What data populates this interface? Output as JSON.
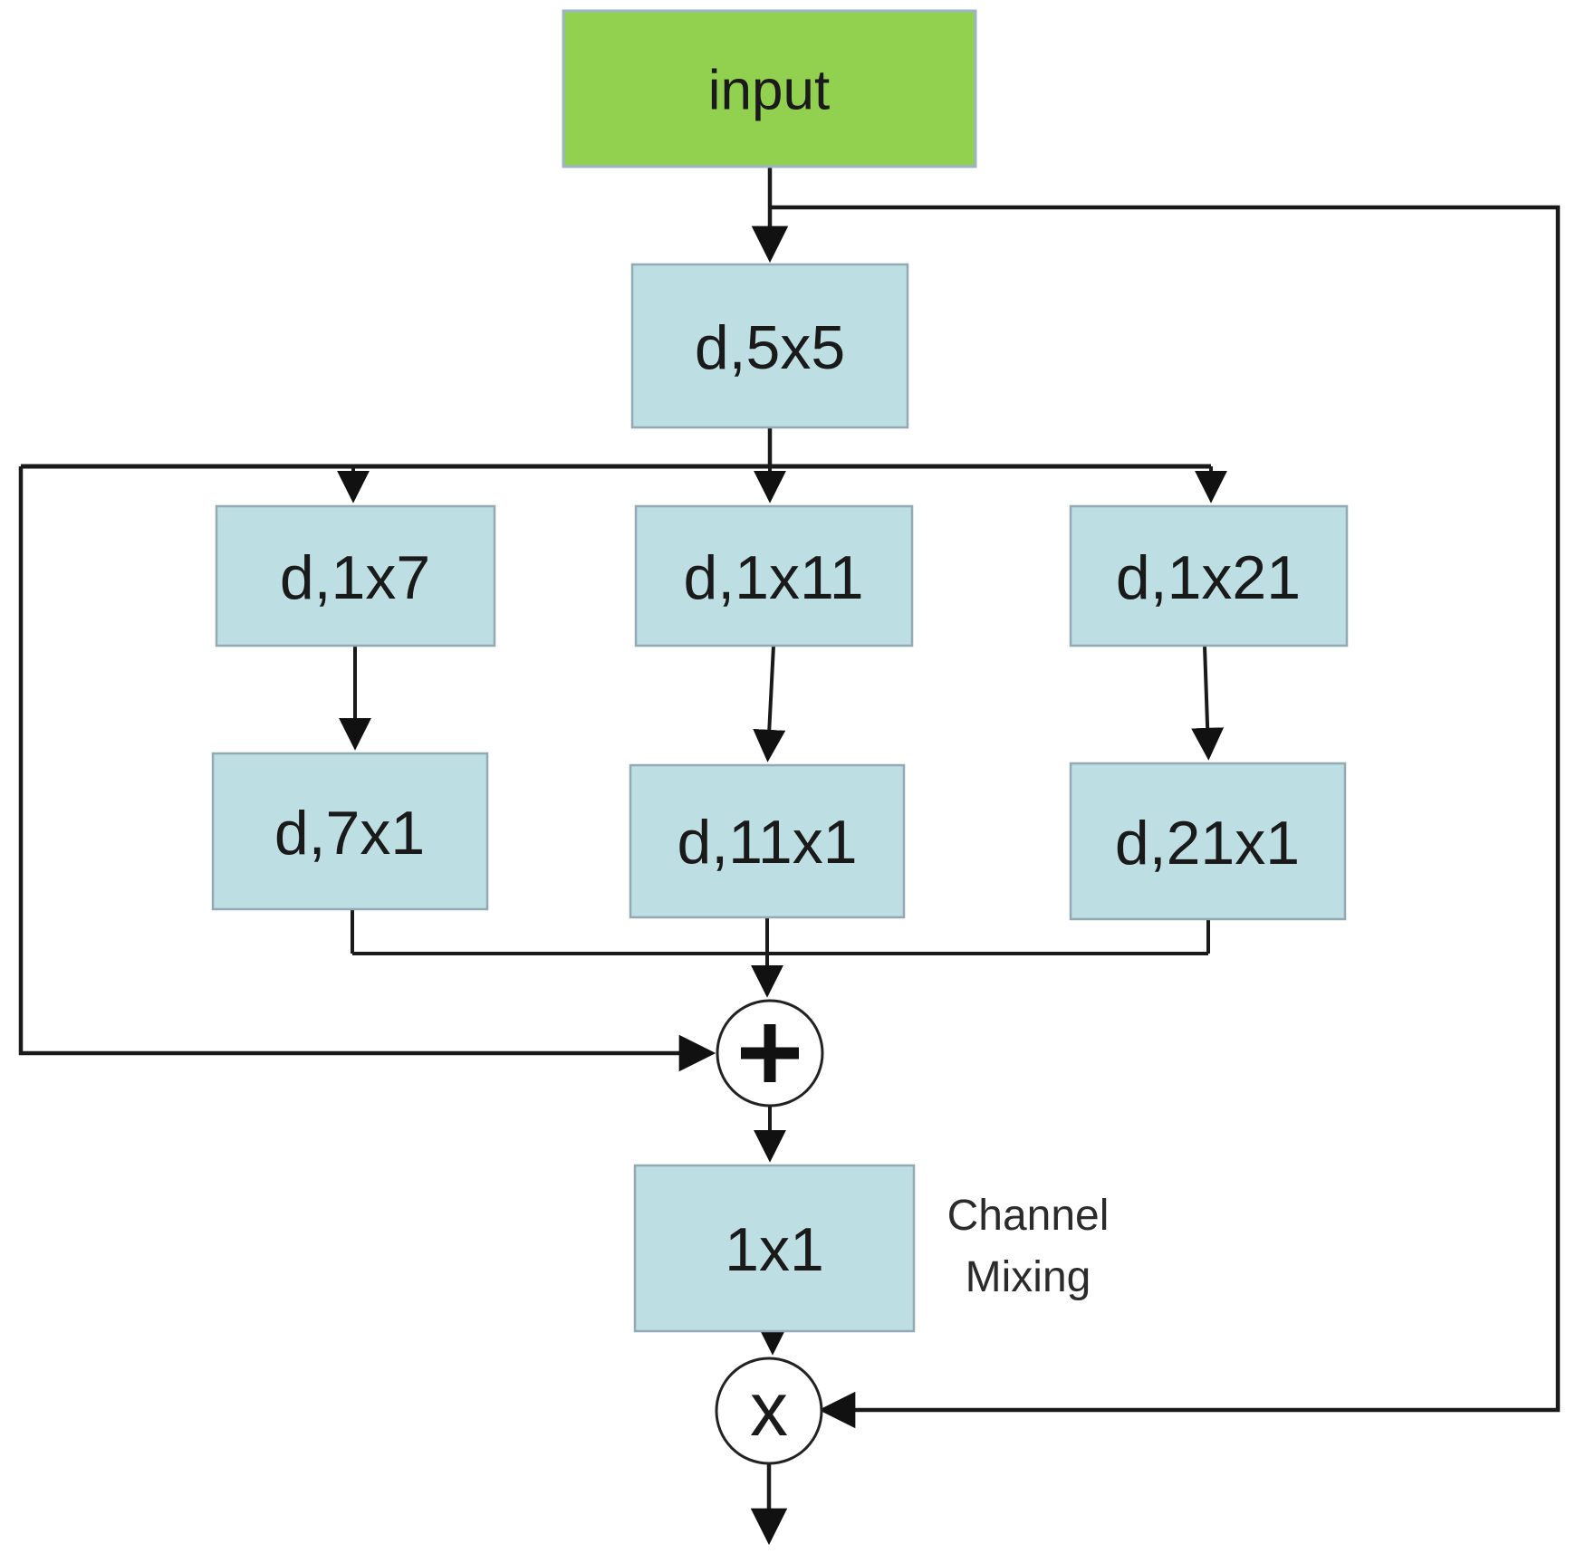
{
  "diagram": {
    "nodes": {
      "input": "input",
      "dw5x5": "d,5x5",
      "dw1x7": "d,1x7",
      "dw1x11": "d,1x11",
      "dw1x21": "d,1x21",
      "dw7x1": "d,7x1",
      "dw11x1": "d,11x1",
      "dw21x1": "d,21x1",
      "conv1x1": "1x1"
    },
    "operators": {
      "add": "+",
      "multiply": "x"
    },
    "annotation": {
      "line1": "Channel",
      "line2": "Mixing"
    },
    "colors": {
      "input_fill": "#92D050",
      "block_fill": "#BDDEE2",
      "block_border": "#93A9B4",
      "arrow": "#1a1a1a"
    }
  }
}
